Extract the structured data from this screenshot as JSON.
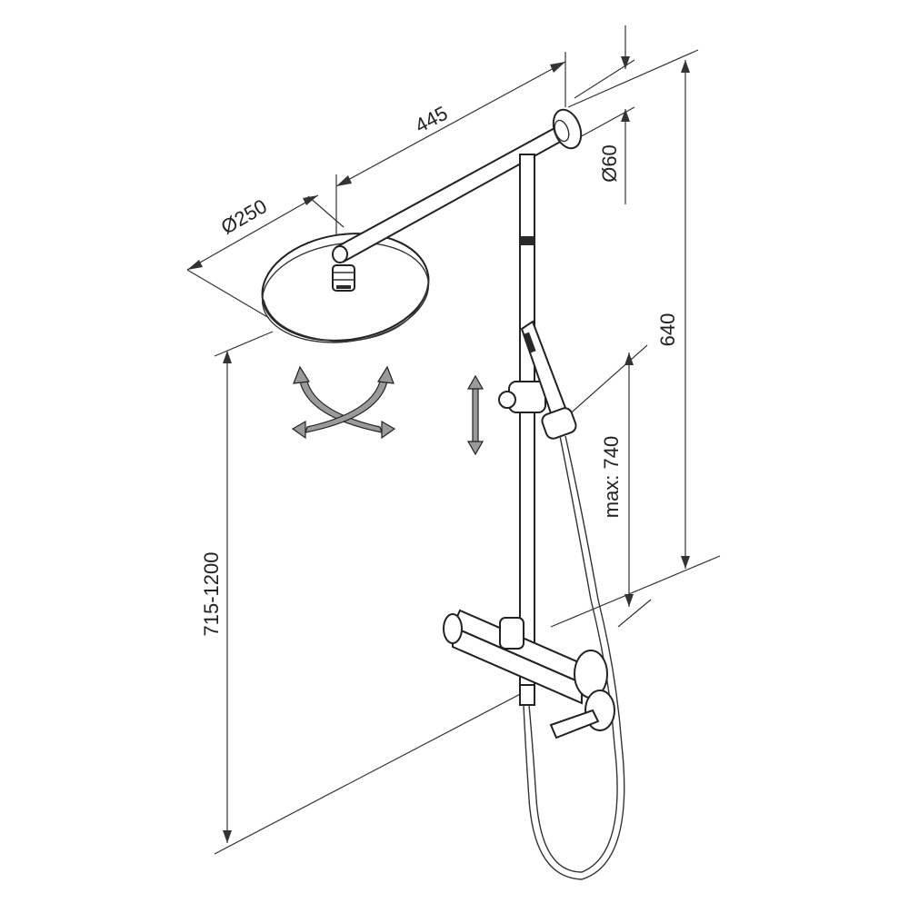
{
  "dimensions": {
    "arm_length": "445",
    "head_diameter": "Ø250",
    "flange_diameter": "Ø60",
    "rail_height": "640",
    "handshower_height": "max: 740",
    "mount_height": "715-1200"
  },
  "colors": {
    "line": "#333333",
    "fill": "#ffffff",
    "accent": "#9a9a9a"
  },
  "icons": [
    "rotate-arrows-icon",
    "height-adjust-arrow-icon"
  ]
}
